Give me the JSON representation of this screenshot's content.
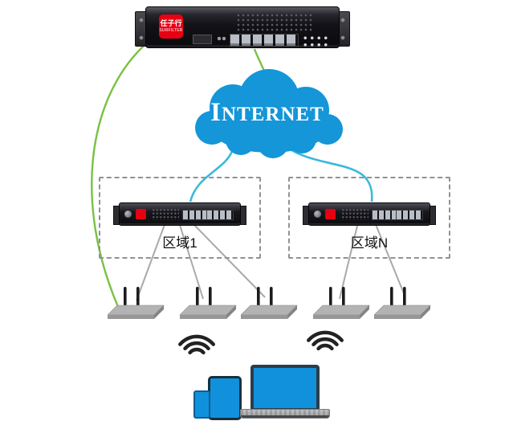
{
  "diagram": {
    "type": "wireless-network-topology",
    "internet_label": "INTERNET",
    "gateway": {
      "brand": "任子行",
      "brand_sub": "SURFILTER"
    },
    "zones": [
      {
        "label": "区域1"
      },
      {
        "label": "区域N"
      }
    ],
    "colors": {
      "cloud_blue": "#1496D8",
      "link_green": "#79C143",
      "link_cyan": "#3BB9D9",
      "link_gray": "#A9A9A9",
      "device_blue": "#1191DC",
      "brand_red": "#E60012"
    }
  }
}
